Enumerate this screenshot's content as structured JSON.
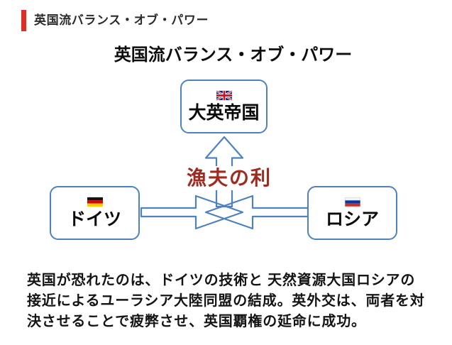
{
  "header": {
    "title": "英国流バランス・オブ・パワー"
  },
  "slide": {
    "title": "英国流バランス・オブ・パワー",
    "nodes": {
      "uk": {
        "label": "大英帝国",
        "flag_icon": "uk-flag-icon"
      },
      "germany": {
        "label": "ドイツ",
        "flag_icon": "germany-flag-icon"
      },
      "russia": {
        "label": "ロシア",
        "flag_icon": "russia-flag-icon"
      }
    },
    "annotation": "漁夫の利",
    "body": {
      "lines": [
        "英国が恐れたのは、ドイツの技術と 天然資源大国ロシアの",
        "接近によるユーラシア大陸同盟の結成。英外交は、両者を対",
        "決させることで疲弊させ、英国覇権の延命に成功。"
      ]
    }
  },
  "colors": {
    "accent_red_bar": "#df2f24",
    "diagram_blue": "#4f81bd",
    "annotation_red": "#9e2b20",
    "text_black": "#141414"
  }
}
